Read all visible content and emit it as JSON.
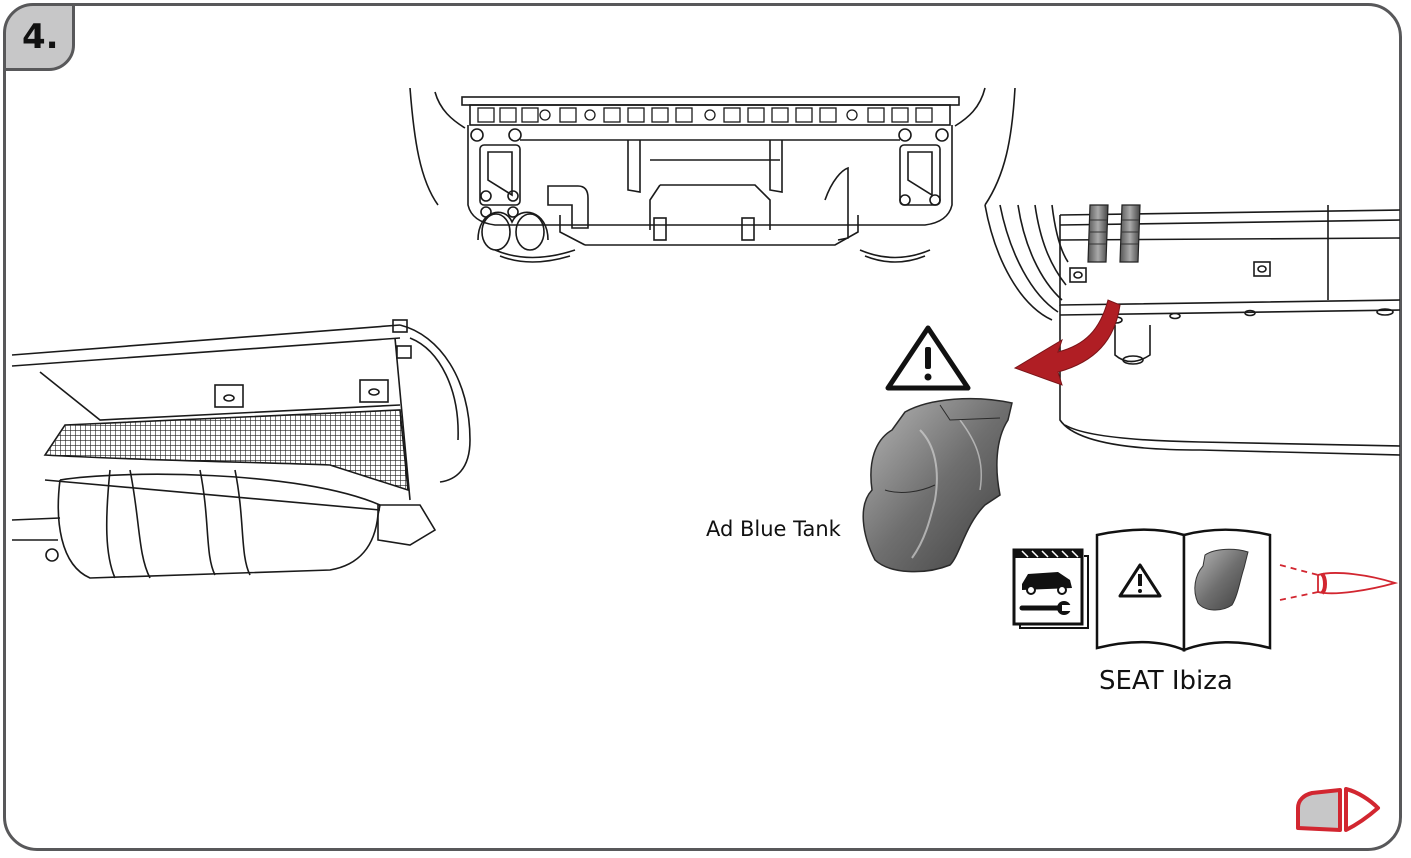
{
  "step": {
    "number": "4."
  },
  "labels": {
    "part_name": "Ad Blue Tank",
    "vehicle_manual": "SEAT Ibiza"
  },
  "icons": {
    "warning": "warning-triangle-icon",
    "manual": "service-manual-icon",
    "eye": "view-eye-icon",
    "next": "next-page-arrow-icon"
  },
  "colors": {
    "frame": "#58585a",
    "badge": "#c7c7c8",
    "accent_red": "#d22630",
    "arrow_red": "#b01e24"
  }
}
